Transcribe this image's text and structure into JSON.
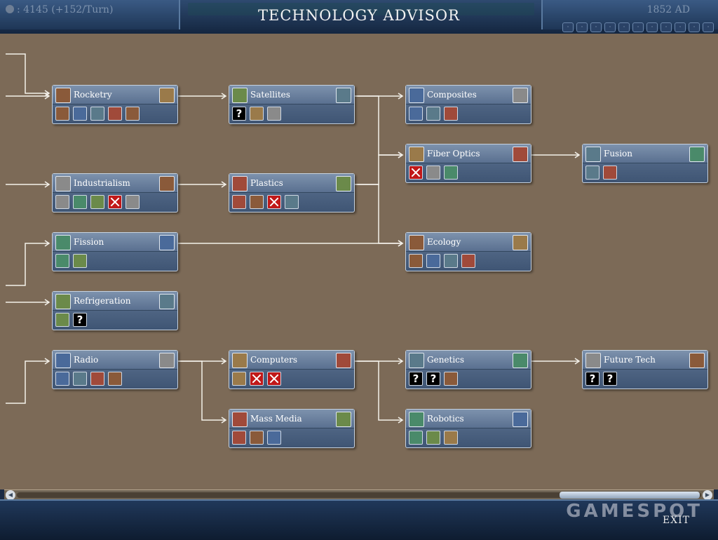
{
  "header": {
    "treasury": ": 4145 (+152/Turn)",
    "title": "TECHNOLOGY ADVISOR",
    "date": "1852 AD",
    "toolbar_count": 11
  },
  "footer": {
    "exit_label": "EXIT",
    "watermark": "GAMESPOT"
  },
  "colors": {
    "tree_bg": "#7c6a57",
    "node_bg": "#4d6383",
    "link": "#f4f1ea",
    "locked": "#c11818"
  },
  "techs": [
    {
      "id": "rocketry",
      "name": "Rocketry",
      "col": 0,
      "row": 0,
      "units": [
        "unit",
        "unit",
        "unit",
        "unit",
        "unit"
      ]
    },
    {
      "id": "satellites",
      "name": "Satellites",
      "col": 1,
      "row": 0,
      "units": [
        "q",
        "unit",
        "unit"
      ]
    },
    {
      "id": "composites",
      "name": "Composites",
      "col": 2,
      "row": 0,
      "units": [
        "unit",
        "unit",
        "unit"
      ]
    },
    {
      "id": "fiber-optics",
      "name": "Fiber Optics",
      "col": 2,
      "row": 1,
      "units": [
        "locked",
        "unit",
        "unit"
      ]
    },
    {
      "id": "fusion",
      "name": "Fusion",
      "col": 3,
      "row": 1,
      "units": [
        "unit",
        "unit"
      ]
    },
    {
      "id": "industrialism",
      "name": "Industrialism",
      "col": 0,
      "row": 1.5,
      "units": [
        "unit",
        "unit",
        "unit",
        "locked",
        "unit"
      ]
    },
    {
      "id": "plastics",
      "name": "Plastics",
      "col": 1,
      "row": 1.5,
      "units": [
        "unit",
        "unit",
        "locked",
        "unit"
      ]
    },
    {
      "id": "fission",
      "name": "Fission",
      "col": 0,
      "row": 2.5,
      "units": [
        "unit",
        "unit"
      ]
    },
    {
      "id": "ecology",
      "name": "Ecology",
      "col": 2,
      "row": 2.5,
      "units": [
        "unit",
        "unit",
        "unit",
        "unit"
      ]
    },
    {
      "id": "refrigeration",
      "name": "Refrigeration",
      "col": 0,
      "row": 3.5,
      "units": [
        "unit",
        "q"
      ]
    },
    {
      "id": "radio",
      "name": "Radio",
      "col": 0,
      "row": 4.5,
      "units": [
        "unit",
        "unit",
        "unit",
        "unit"
      ]
    },
    {
      "id": "computers",
      "name": "Computers",
      "col": 1,
      "row": 4.5,
      "units": [
        "unit",
        "locked",
        "locked"
      ]
    },
    {
      "id": "genetics",
      "name": "Genetics",
      "col": 2,
      "row": 4.5,
      "units": [
        "q",
        "q",
        "unit"
      ]
    },
    {
      "id": "future-tech",
      "name": "Future Tech",
      "col": 3,
      "row": 4.5,
      "units": [
        "q",
        "q"
      ]
    },
    {
      "id": "mass-media",
      "name": "Mass Media",
      "col": 1,
      "row": 5.5,
      "units": [
        "unit",
        "unit",
        "unit"
      ]
    },
    {
      "id": "robotics",
      "name": "Robotics",
      "col": 2,
      "row": 5.5,
      "units": [
        "unit",
        "unit",
        "unit"
      ]
    }
  ],
  "links": [
    [
      "rocketry",
      "satellites"
    ],
    [
      "satellites",
      "composites"
    ],
    [
      "satellites",
      "fiber-optics"
    ],
    [
      "fiber-optics",
      "fusion"
    ],
    [
      "industrialism",
      "plastics"
    ],
    [
      "plastics",
      "fiber-optics"
    ],
    [
      "plastics",
      "ecology"
    ],
    [
      "fission",
      "ecology"
    ],
    [
      "radio",
      "computers"
    ],
    [
      "radio",
      "mass-media"
    ],
    [
      "computers",
      "genetics"
    ],
    [
      "computers",
      "robotics"
    ],
    [
      "genetics",
      "future-tech"
    ]
  ]
}
